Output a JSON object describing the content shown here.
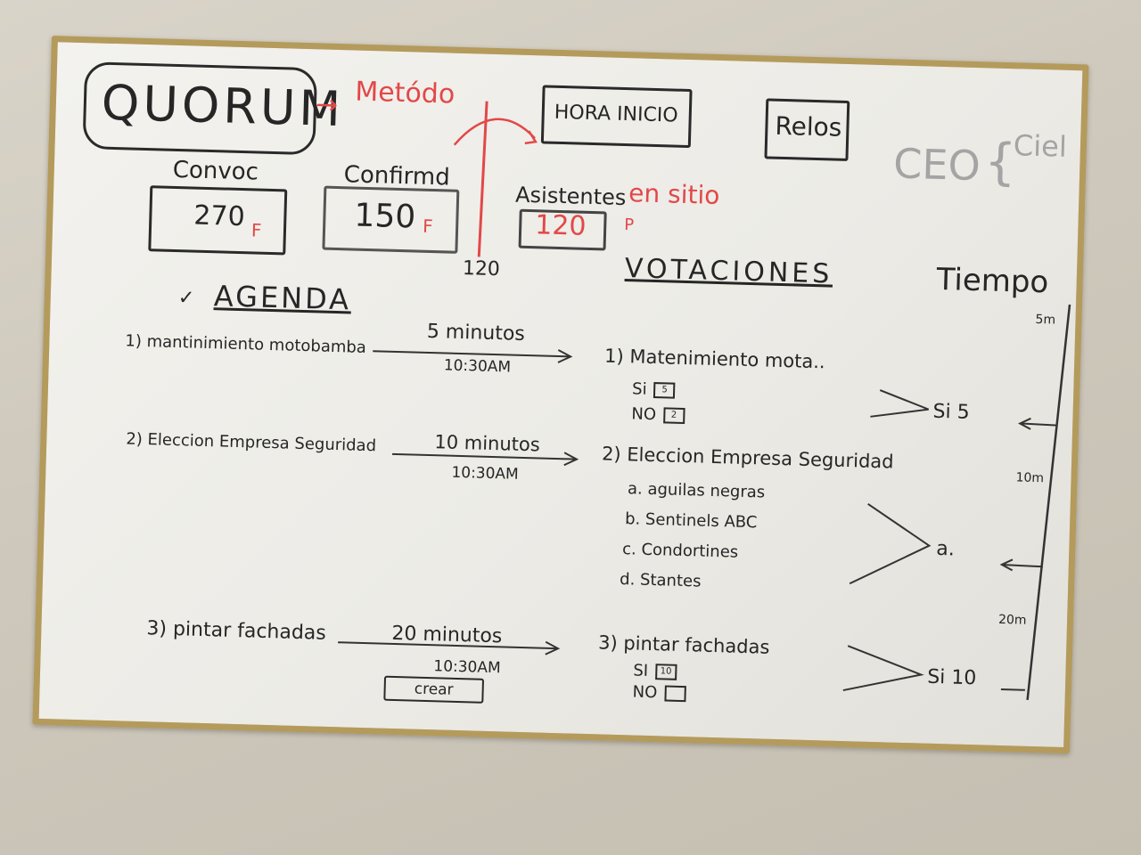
{
  "quorum": "QUORUM",
  "metodo": "Metódo",
  "hora_inicio": "HORA INICIO",
  "relos": "Relos",
  "ceo": "CEO",
  "ceo_side": "Ciel",
  "counts": {
    "convoc_label": "Convoc",
    "convoc_value": "270",
    "convoc_unit": "F",
    "confirmd_label": "Confirmd",
    "confirmd_value": "150",
    "confirmd_unit": "F",
    "asistentes_label": "Asistentes",
    "asistentes_red": "en sitio",
    "asistentes_value": "120",
    "asistentes_note": "P",
    "side_number": "120"
  },
  "agenda": {
    "title": "AGENDA",
    "check": "✓",
    "items": [
      {
        "label": "1) mantinimiento motobamba",
        "duration": "5 minutos",
        "time": "10:30AM"
      },
      {
        "label": "2) Eleccion Empresa Seguridad",
        "duration": "10 minutos",
        "time": "10:30AM"
      },
      {
        "label": "3) pintar fachadas",
        "duration": "20 minutos",
        "time": "10:30AM",
        "button": "crear"
      }
    ]
  },
  "votaciones": {
    "title": "VOTACIONES",
    "v1": {
      "label": "1) Matenimiento mota..",
      "si": "Si",
      "si_val": "5",
      "no": "NO",
      "no_val": "2",
      "result": "Si 5"
    },
    "v2": {
      "label": "2) Eleccion Empresa Seguridad",
      "options": [
        "a. aguilas negras",
        "b. Sentinels ABC",
        "c. Condortines",
        "d. Stantes"
      ],
      "result": "a."
    },
    "v3": {
      "label": "3) pintar fachadas",
      "si": "SI",
      "si_val": "10",
      "no": "NO",
      "no_val": "",
      "result": "Si 10"
    }
  },
  "tiempo": {
    "title": "Tiempo",
    "marks": [
      "5m",
      "10m",
      "20m"
    ]
  }
}
